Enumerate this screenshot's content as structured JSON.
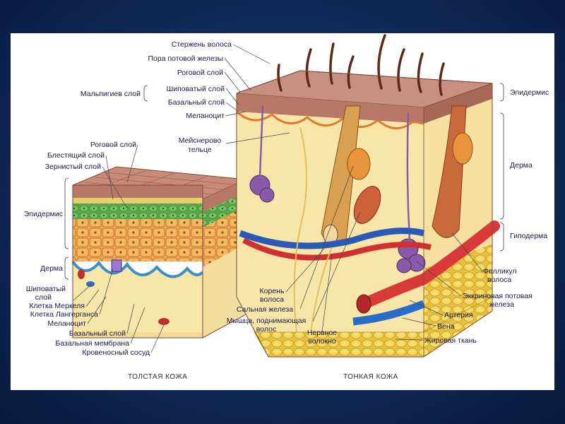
{
  "labels_top_right": {
    "hair_shaft": "Стержень волоса",
    "sweat_pore": "Пора потовой железы",
    "horny_layer": "Роговой слой",
    "malpighian": "Мальпигиев слой",
    "spinous_layer": "Шиповатый слой",
    "basal_layer": "Базальный слой",
    "melanocyte": "Меланоцит",
    "meissner_1": "Мейснерово",
    "meissner_2": "тельце"
  },
  "labels_thick_skin": {
    "horny_layer": "Роговой слой",
    "lucid_layer": "Блестящий слой",
    "granular_layer": "Зернистый слой",
    "epidermis": "Эпидермис",
    "dermis": "Дерма",
    "spinous_1": "Шиповатый",
    "spinous_2": "слой",
    "merkel_cell": "Клетка Меркеля",
    "langerhans_cell": "Клетка Лангерганса",
    "melanocyte": "Меланоцит",
    "basal_layer": "Базальный слой",
    "basement_membrane": "Базальная мембрана",
    "blood_vessel": "Кровеносный сосуд"
  },
  "labels_thin_skin": {
    "hair_root_1": "Корень",
    "hair_root_2": "волоса",
    "sebaceous_gland": "Сальная железа",
    "arrector_1": "Мышца, поднимающая",
    "arrector_2": "волос",
    "nerve_fiber_1": "Нервное",
    "nerve_fiber_2": "волокно",
    "epidermis": "Эпидермис",
    "dermis": "Дерма",
    "hypodermis": "Гиподерма",
    "follicle_1": "Фолликул",
    "follicle_2": "волоса",
    "eccrine_1": "Эккриновая потовая",
    "eccrine_2": "железа",
    "artery": "Артерия",
    "vein": "Вена",
    "fat_tissue": "Жировая ткань"
  },
  "captions": {
    "thick": "ТОЛСТАЯ КОЖА",
    "thin": "ТОНКАЯ КОЖА"
  }
}
